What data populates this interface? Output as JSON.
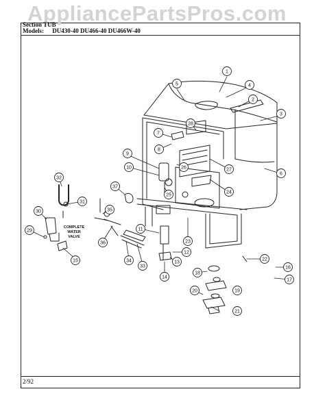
{
  "watermark": "AppliancePartsPros.com",
  "header": {
    "section_label": "Section",
    "section_value": "TUB",
    "models_label": "Models:",
    "models": "DU430-40  DU466-40  DU466W-40"
  },
  "footer": {
    "date": "2/92"
  },
  "valve_label": [
    "COMPLETE",
    "WATER",
    "VALVE"
  ],
  "callouts": [
    "1",
    "2",
    "3",
    "4",
    "5",
    "6",
    "7",
    "8",
    "9",
    "10",
    "11",
    "12",
    "13",
    "14",
    "15",
    "16",
    "17",
    "18",
    "19",
    "20",
    "21",
    "22",
    "23",
    "24",
    "25",
    "26",
    "27",
    "28",
    "29",
    "30",
    "31",
    "32",
    "33",
    "34",
    "35",
    "36",
    "37"
  ],
  "colors": {
    "line": "#222222",
    "watermark": "#d3d3d3",
    "background": "#ffffff"
  }
}
